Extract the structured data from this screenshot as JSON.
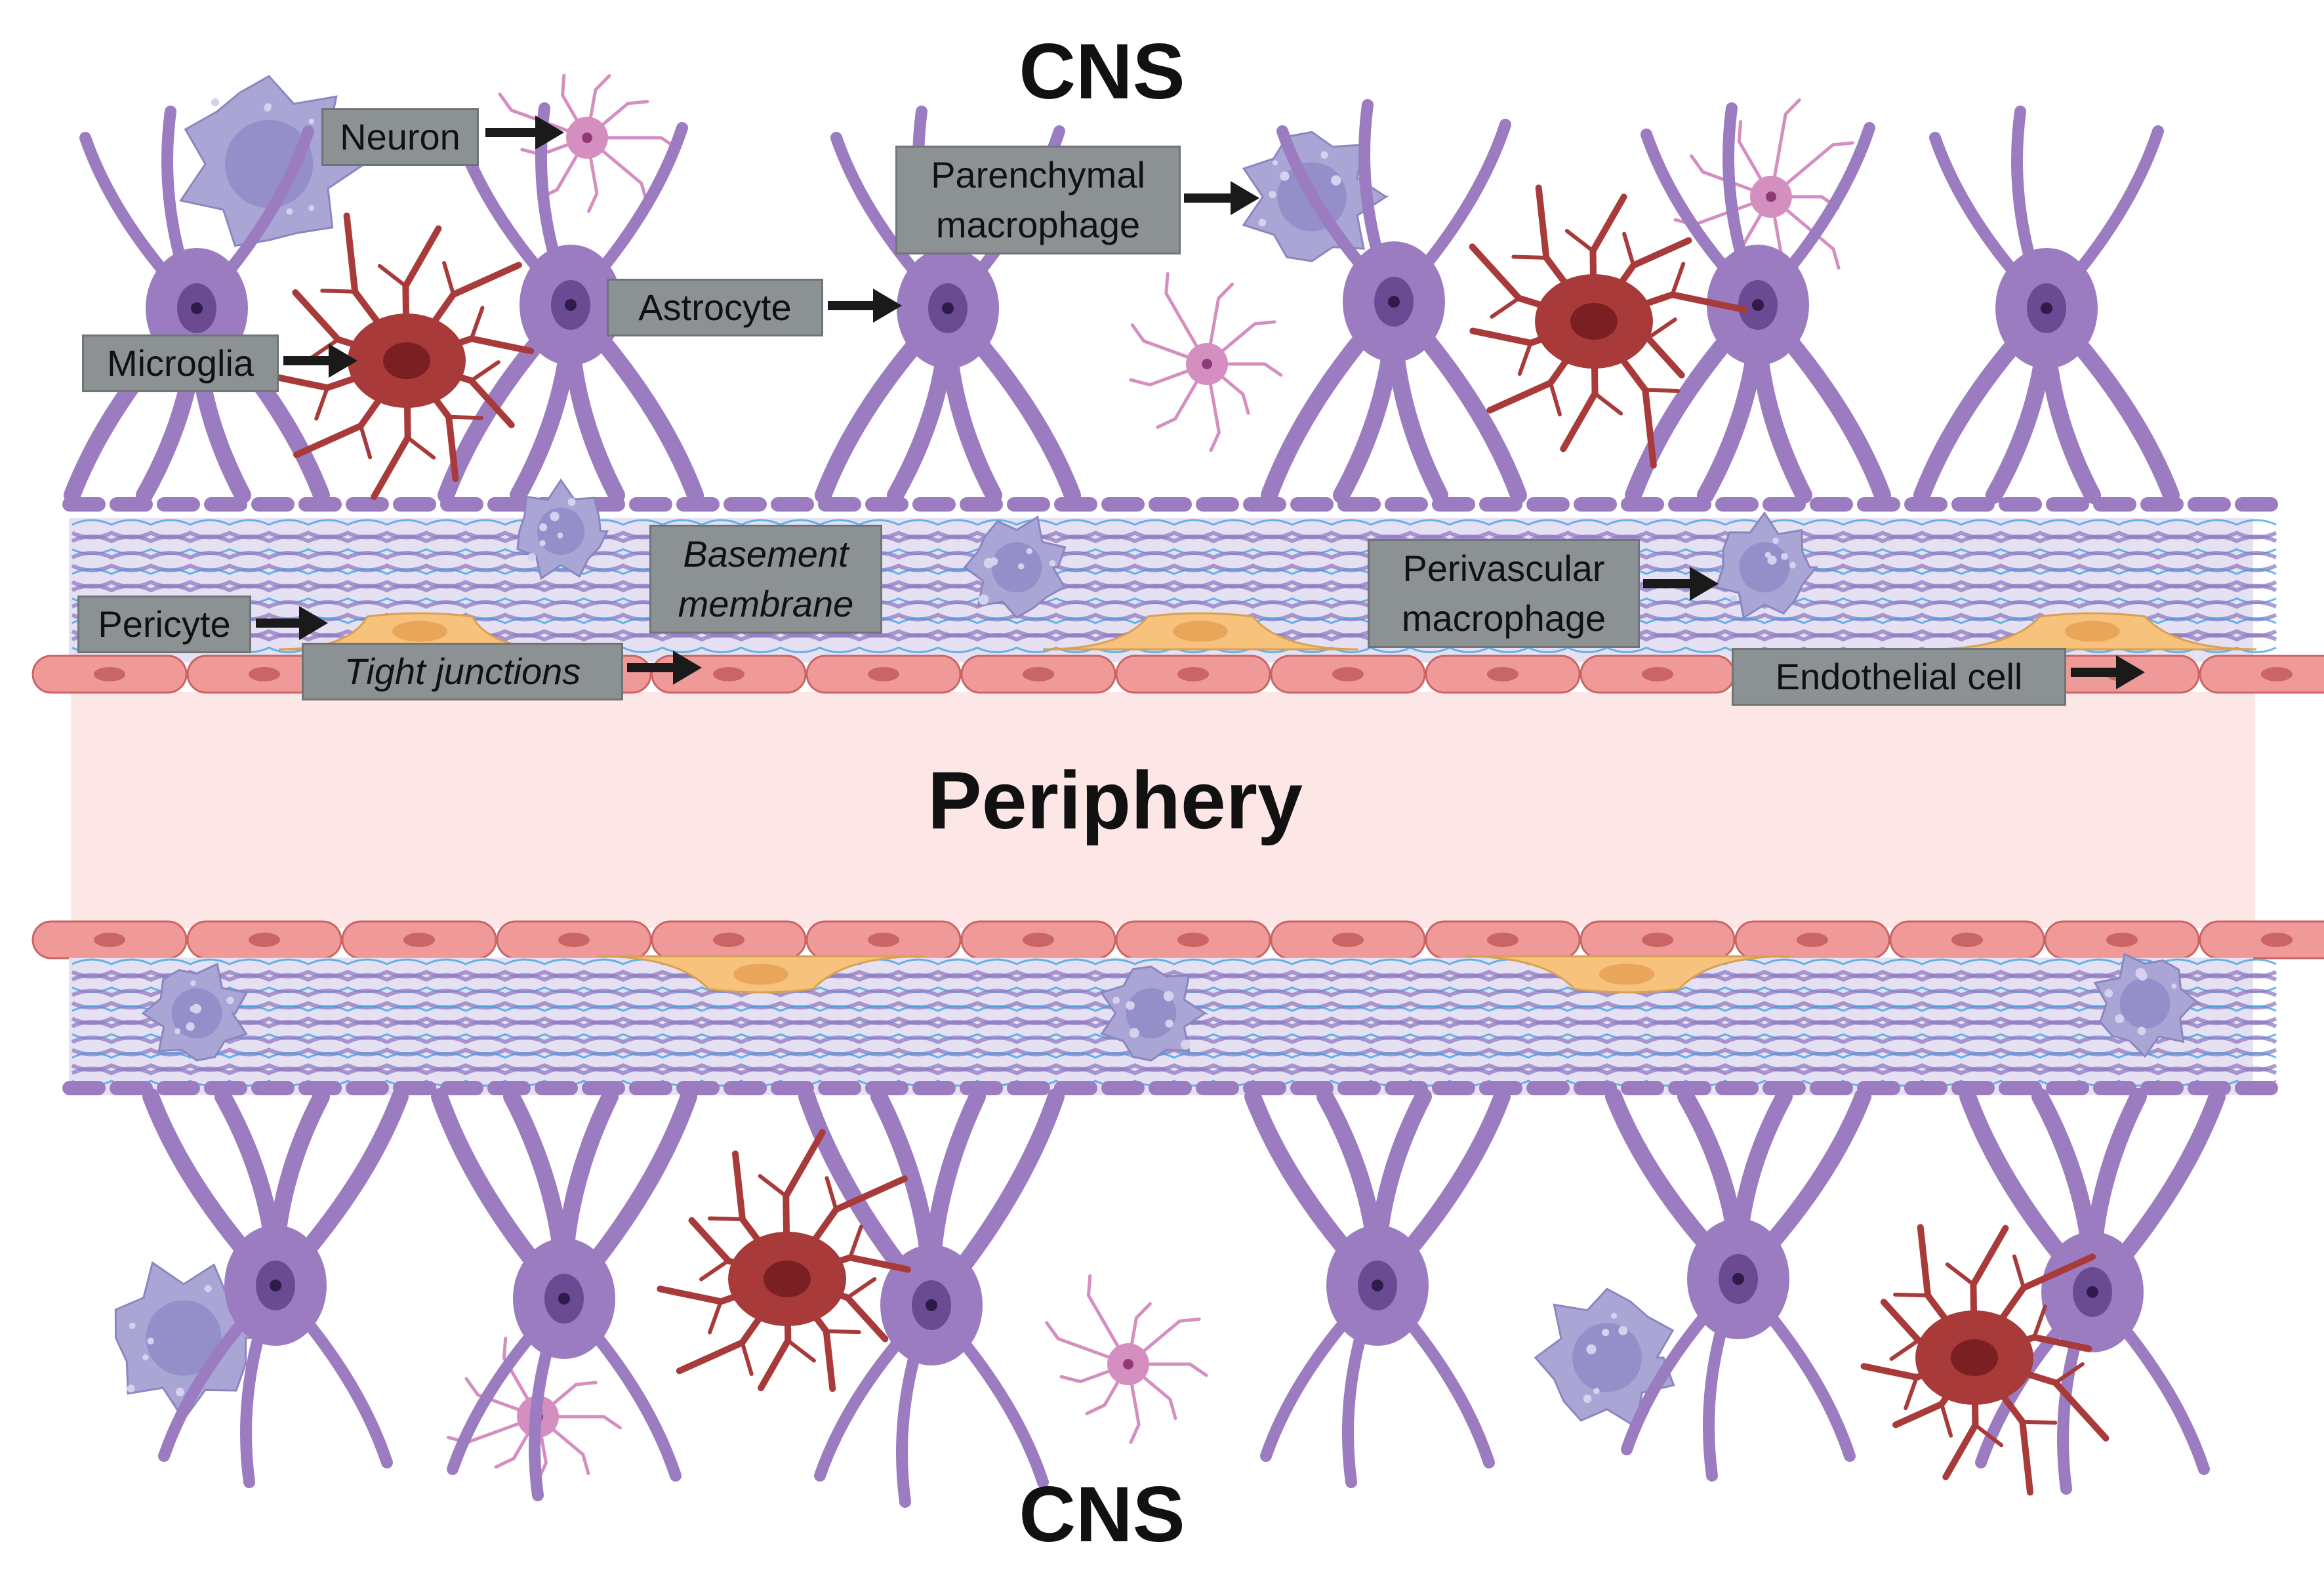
{
  "titles": {
    "cns_top": "CNS",
    "periphery": "Periphery",
    "cns_bottom": "CNS"
  },
  "labels": {
    "neuron": "Neuron",
    "parenchymal_macrophage": "Parenchymal macrophage",
    "astrocyte": "Astrocyte",
    "microglia": "Microglia",
    "basement_membrane": "Basement membrane",
    "perivascular_macrophage": "Perivascular macrophage",
    "pericyte": "Pericyte",
    "tight_junctions": "Tight junctions",
    "endothelial_cell": "Endothelial cell"
  },
  "colors": {
    "astrocyte": "#9b7cc0",
    "astrocyte_dark": "#6a4a92",
    "microglia": "#a83a3a",
    "microglia_dark": "#7a1f22",
    "neuron": "#d48fc0",
    "macrophage": "#a9a6d6",
    "endothelial": "#ef9a98",
    "endothelial_dark": "#c96564",
    "pericyte": "#f6c27c",
    "lumen": "#fde6e6",
    "fiber_purple": "#8f7bc2",
    "fiber_blue": "#3aa0e0",
    "label_box": "#8c9294"
  }
}
